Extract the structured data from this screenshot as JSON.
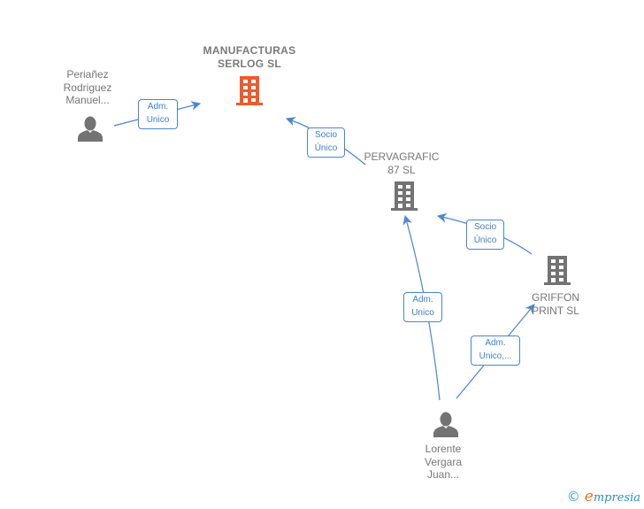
{
  "colors": {
    "edge": "#4a86d4",
    "edge_label_text": "#3f7fd0",
    "node_text": "#777777",
    "company_icon": "#737373",
    "main_company_icon": "#f25a2a",
    "person_icon": "#737373"
  },
  "nodes": [
    {
      "id": "manufacturas",
      "type": "company",
      "highlight": true,
      "icon": "building-icon",
      "label_lines": [
        "MANUFACTURAS",
        "SERLOG  SL"
      ]
    },
    {
      "id": "perianez",
      "type": "person",
      "highlight": false,
      "icon": "person-icon",
      "label_lines": [
        "Periañez",
        "Rodriguez",
        "Manuel..."
      ]
    },
    {
      "id": "pervagrafic",
      "type": "company",
      "highlight": false,
      "icon": "building-icon",
      "label_lines": [
        "PERVAGRAFIC",
        "87  SL"
      ]
    },
    {
      "id": "griffon",
      "type": "company",
      "highlight": false,
      "icon": "building-icon",
      "label_lines": [
        "GRIFFON",
        "PRINT SL"
      ]
    },
    {
      "id": "lorente",
      "type": "person",
      "highlight": false,
      "icon": "person-icon",
      "label_lines": [
        "Lorente",
        "Vergara",
        "Juan..."
      ]
    }
  ],
  "edges": [
    {
      "from": "perianez",
      "to": "manufacturas",
      "label_lines": [
        "Adm.",
        "Unico"
      ]
    },
    {
      "from": "pervagrafic",
      "to": "manufacturas",
      "label_lines": [
        "Socio",
        "Único"
      ]
    },
    {
      "from": "griffon",
      "to": "pervagrafic",
      "label_lines": [
        "Socio",
        "Único"
      ]
    },
    {
      "from": "lorente",
      "to": "pervagrafic",
      "label_lines": [
        "Adm.",
        "Unico"
      ]
    },
    {
      "from": "lorente",
      "to": "griffon",
      "label_lines": [
        "Adm.",
        "Unico,..."
      ]
    }
  ],
  "footer": {
    "copyright_symbol": "©",
    "brand_initial": "e",
    "brand_rest": "mpresia"
  }
}
